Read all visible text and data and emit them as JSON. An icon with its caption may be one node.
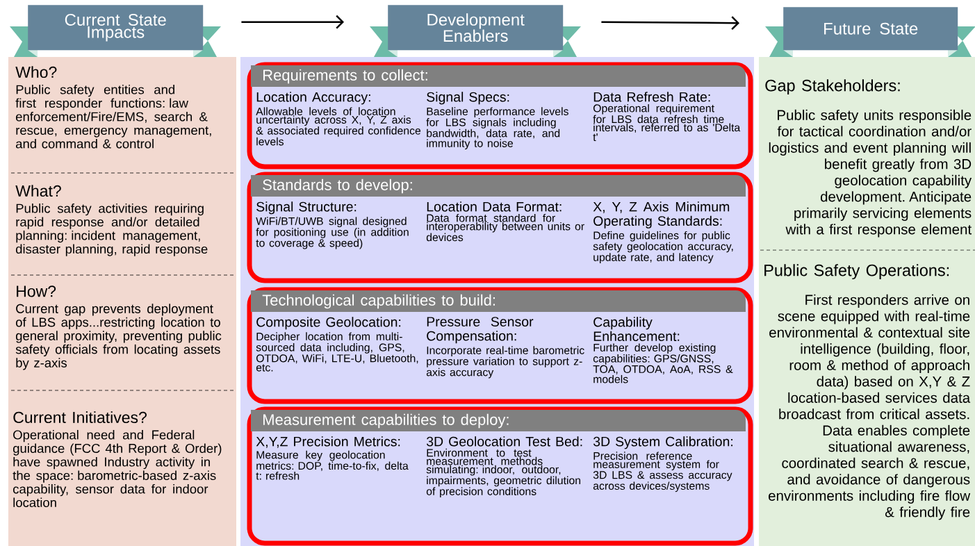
{
  "diagram": {
    "nodes": [
      {
        "text": [
          "Current State Impacts"
        ]
      },
      {
        "text": [
          "Development Enablers"
        ]
      },
      {
        "text": [
          "Future State"
        ]
      },
      {
        "text": [
          "Who?",
          "Public safety entities and first responder functions: law enforcement/Fire/EMS, search & rescue, emergency management, and command & control"
        ]
      },
      {
        "text": [
          "What?",
          "Public safety activities requiring rapid response and/or detailed planning: incident management, disaster planning, rapid response"
        ]
      },
      {
        "text": [
          "How?",
          "Current gap prevents deployment of LBS apps...restricting location to general proximity, preventing public safety officials from locating assets by z-axis"
        ]
      },
      {
        "text": [
          "Current Initiatives?",
          "Operational need and Federal guidance (FCC 4th Report & Order) have spawned Industry activity in the space: barometric-based z-axis capability, sensor data for indoor location"
        ]
      },
      {
        "text": [
          "Requirements to collect:",
          "Location Accuracy:",
          "Allowable levels of location uncertainty across X, Y, Z axis & associated required confidence levels",
          "Signal Specs:",
          "Baseline performance levels for LBS signals including bandwidth, data rate, and immunity to noise",
          "Data Refresh Rate:",
          "Operational requirement for LBS data refresh time intervals, referred to as 'Delta t'"
        ]
      },
      {
        "text": [
          "Standards to develop:",
          "Signal Structure:",
          "WiFi/BT/UWB signal designed for positioning use (in addition to coverage & speed)",
          "Location Data Format:",
          "Data format standard for interoperability between units or devices",
          "X, Y, Z Axis Minimum Operating Standards:",
          "Define guidelines for public safety geolocation accuracy, update rate, and latency"
        ]
      },
      {
        "text": [
          "Technological capabilities to build:",
          "Composite Geolocation:",
          "Decipher location from multi-sourced data including, GPS, OTDOA, WiFi, LTE-U, Bluetooth, etc.",
          "Pressure Sensor Compensation:",
          "Incorporate real-time barometric pressure variation to support z-axis accuracy",
          "Capability Enhancement:",
          "Further develop existing capabilities: GPS/GNSS, TOA, OTDOA, AoA, RSS & models"
        ]
      },
      {
        "text": [
          "Measurement capabilities to deploy:",
          "X,Y,Z Precision Metrics:",
          "Measure key geolocation metrics: DOP, time-to-fix, delta t: refresh",
          "3D Geolocation Test Bed:",
          "Environment to test measurement methods simulating: indoor, outdoor, impairments, geometric dilution of precision conditions",
          "3D System Calibration:",
          "Precision reference measurement system for 3D LBS & assess accuracy across devices/systems"
        ]
      },
      {
        "text": [
          "Gap Stakeholders:",
          "Public safety units responsible for tactical coordination and/or logistics and event planning will benefit greatly from 3D geolocation capability development. Anticipate primarily servicing elements with a first response element"
        ]
      },
      {
        "text": [
          "Public Safety Operations:",
          "First responders arrive on scene equipped with real-time environmental & contextual site intelligence (building, floor, room & method of approach data) based on X,Y & Z location-based services data broadcast from critical assets. Data enables complete situational awareness, coordinated search & rescue, and avoidance of dangerous environments including fire flow & friendly fire"
        ]
      }
    ],
    "edges": [
      {
        "from": 0,
        "to": 1,
        "arrow": "to"
      },
      {
        "from": 1,
        "to": 2,
        "arrow": "to"
      }
    ]
  }
}
